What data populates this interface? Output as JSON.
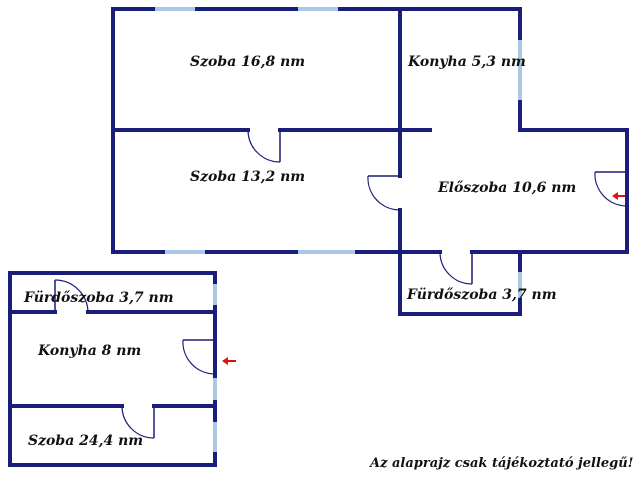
{
  "colors": {
    "wall": "#1b1d7a",
    "window": "#a9c8e6",
    "entrance_arrow": "#e01010",
    "background": "#ffffff"
  },
  "plan_upper": {
    "rooms": [
      {
        "id": "szoba-1",
        "label": "Szoba 16,8 nm"
      },
      {
        "id": "szoba-2",
        "label": "Szoba 13,2 nm"
      },
      {
        "id": "konyha",
        "label": "Konyha 5,3 nm"
      },
      {
        "id": "eloszoba",
        "label": "Előszoba 10,6 nm"
      },
      {
        "id": "furdoszoba",
        "label": "Fürdőszoba 3,7 nm"
      }
    ]
  },
  "plan_lower": {
    "rooms": [
      {
        "id": "furdoszoba",
        "label": "Fürdőszoba 3,7 nm"
      },
      {
        "id": "konyha",
        "label": "Konyha 8 nm"
      },
      {
        "id": "szoba",
        "label": "Szoba 24,4 nm"
      }
    ]
  },
  "disclaimer": "Az alaprajz csak tájékoztató jellegű!"
}
